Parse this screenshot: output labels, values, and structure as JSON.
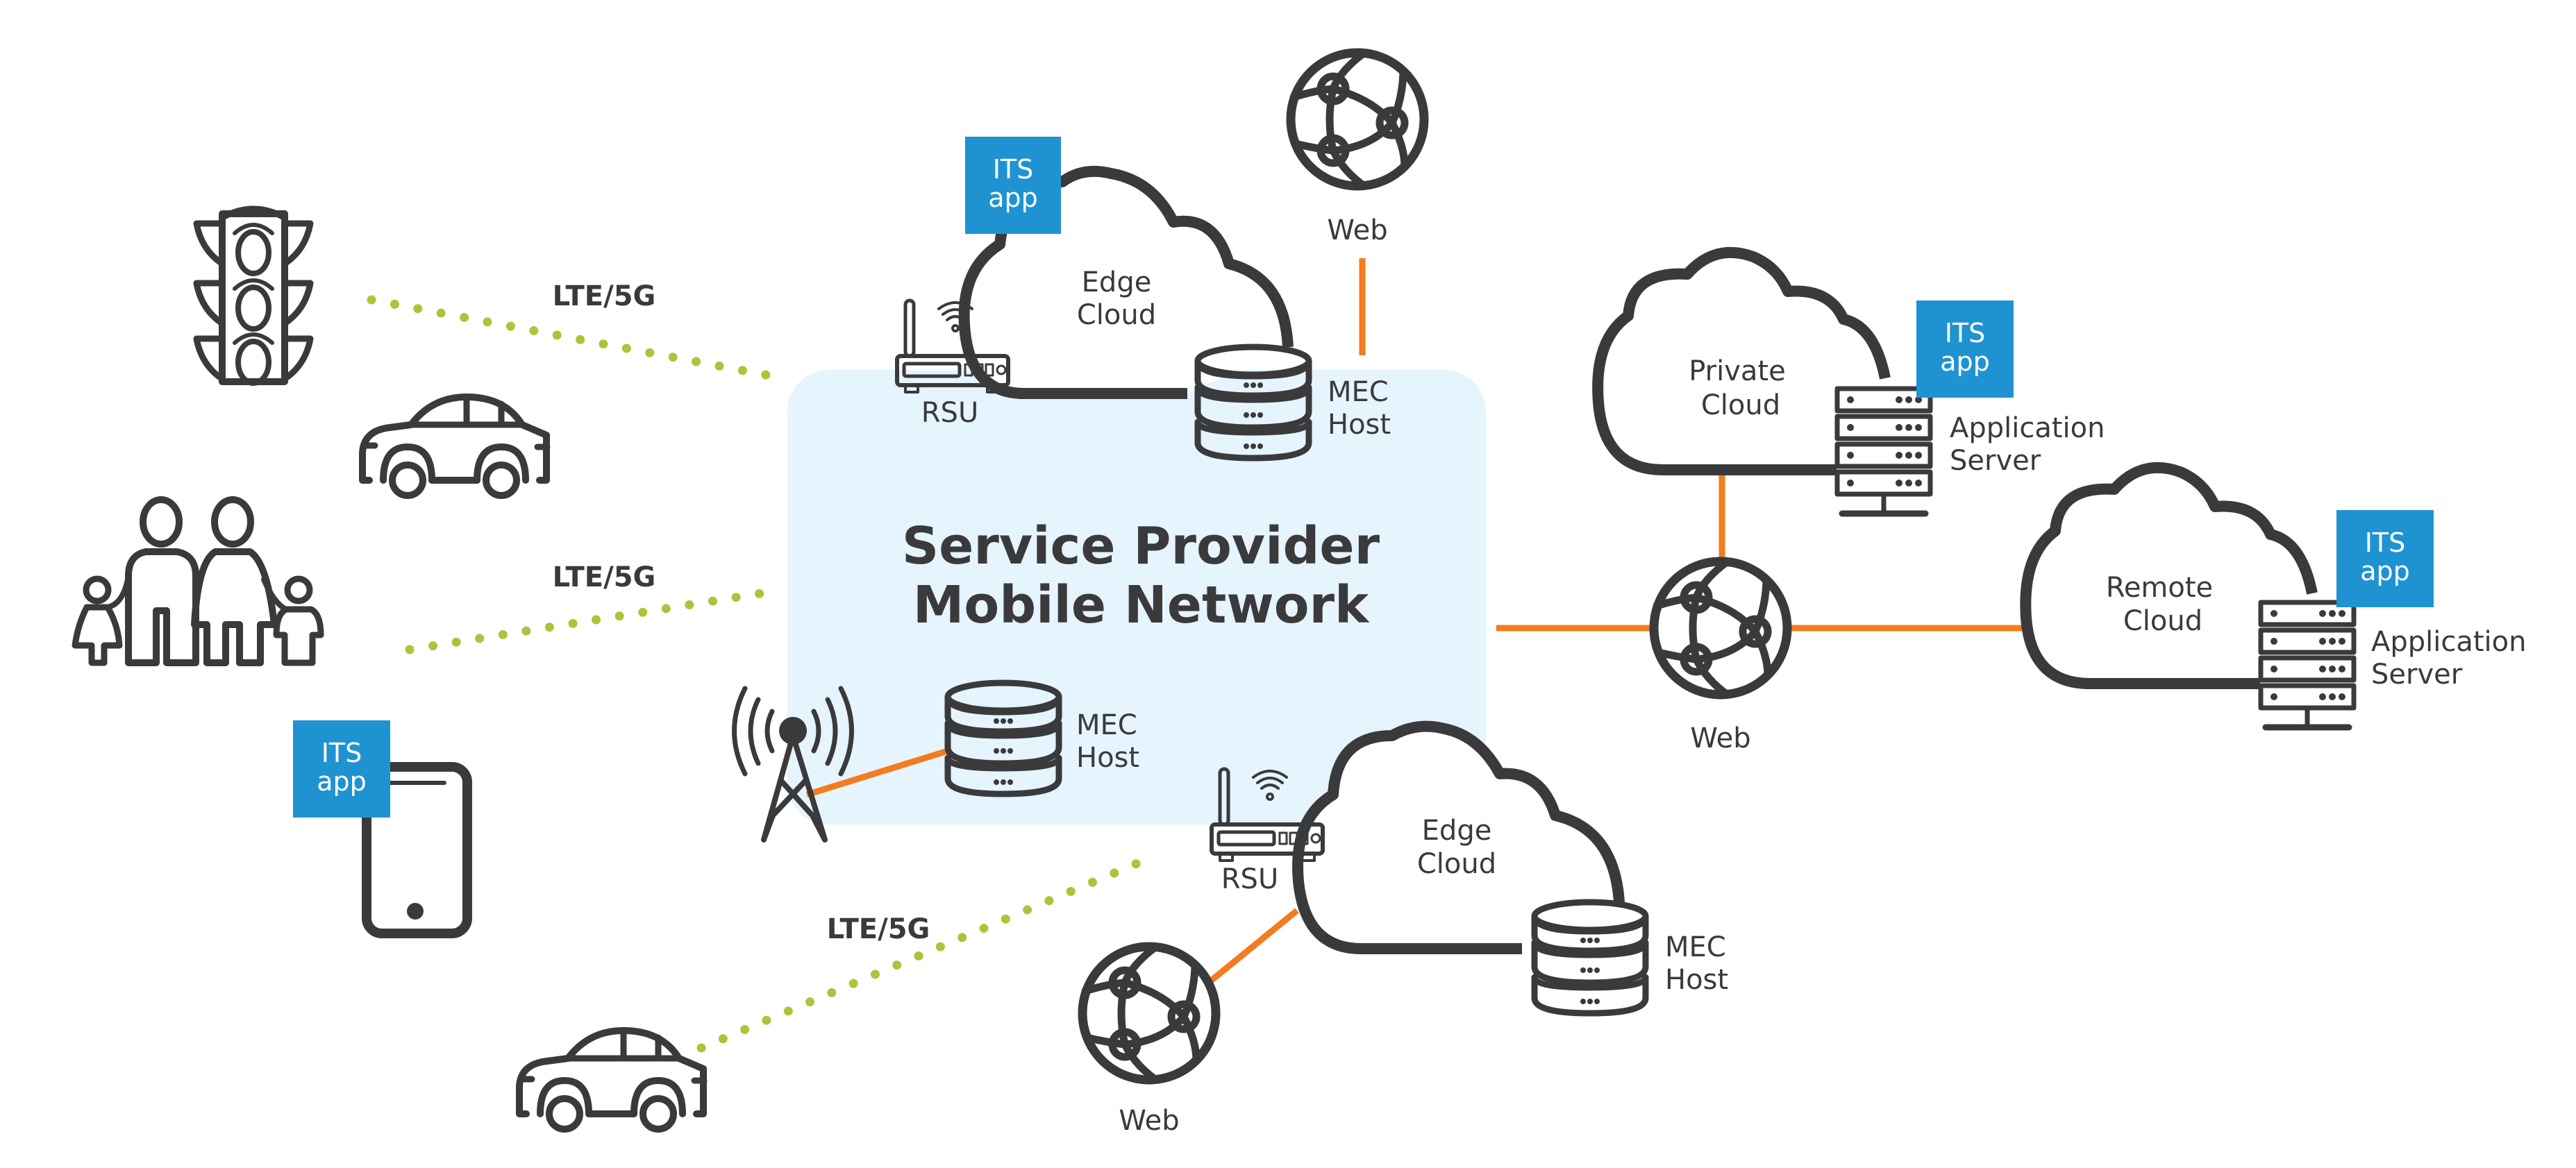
{
  "colors": {
    "ink": "#3a3a3c",
    "network_fill": "#e5f4fd",
    "its_blue": "#1f93d2",
    "link_orange": "#f47b20",
    "wireless_green": "#a8c63a",
    "background": "#ffffff"
  },
  "network": {
    "title_line1": "Service Provider",
    "title_line2": "Mobile Network"
  },
  "its_app": {
    "line1": "ITS",
    "line2": "app"
  },
  "wireless_links": [
    {
      "label": "LTE/5G",
      "from": "traffic-light-and-car",
      "to": "rsu-top"
    },
    {
      "label": "LTE/5G",
      "from": "pedestrians",
      "to": "mobile-network"
    },
    {
      "label": "LTE/5G",
      "from": "car-bottom",
      "to": "rsu-bottom"
    }
  ],
  "edge_cloud_top": {
    "label_line1": "Edge",
    "label_line2": "Cloud",
    "rsu_label": "RSU",
    "mec_label_line1": "MEC",
    "mec_label_line2": "Host"
  },
  "edge_cloud_bottom": {
    "label_line1": "Edge",
    "label_line2": "Cloud",
    "rsu_label": "RSU",
    "mec_label_line1": "MEC",
    "mec_label_line2": "Host"
  },
  "mec_host_network": {
    "label_line1": "MEC",
    "label_line2": "Host"
  },
  "private_cloud": {
    "label_line1": "Private",
    "label_line2": "Cloud",
    "server_label_line1": "Application",
    "server_label_line2": "Server"
  },
  "remote_cloud": {
    "label_line1": "Remote",
    "label_line2": "Cloud",
    "server_label_line1": "Application",
    "server_label_line2": "Server"
  },
  "web_nodes": [
    {
      "label": "Web",
      "position": "top"
    },
    {
      "label": "Web",
      "position": "middle-right"
    },
    {
      "label": "Web",
      "position": "bottom"
    }
  ],
  "endpoints": [
    {
      "icon": "traffic-light-icon"
    },
    {
      "icon": "car-icon"
    },
    {
      "icon": "family-pedestrians-icon"
    },
    {
      "icon": "smartphone-icon",
      "has_its_app": true
    },
    {
      "icon": "car-icon"
    }
  ]
}
